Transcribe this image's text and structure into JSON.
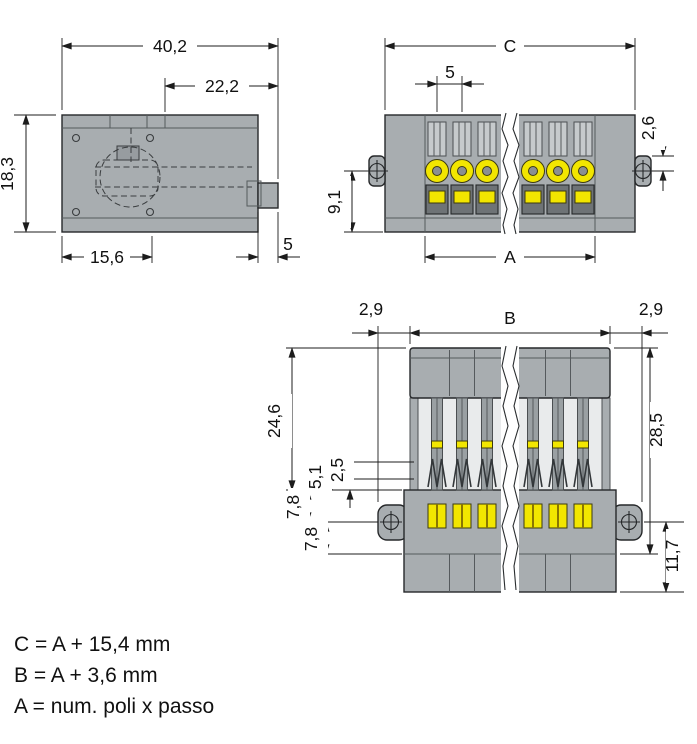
{
  "side_view": {
    "dim_total_width": "40,2",
    "dim_partial_width": "22,2",
    "dim_height": "18,3",
    "dim_bottom_left": "15,6",
    "dim_step": "5"
  },
  "front_view": {
    "dim_total_width": "C",
    "dim_pitch": "5",
    "dim_top_right": "2,6",
    "dim_left_height": "9,1",
    "dim_bottom_width": "A"
  },
  "elevation_view": {
    "dim_left_offset": "2,9",
    "dim_width": "B",
    "dim_right_offset": "2,9",
    "dim_upper_height": "24,6",
    "dim_spring": "5,1",
    "dim_clamp": "2,5",
    "dim_7_8_first": "7,8",
    "dim_7_8_second": "7,8",
    "dim_right_height": "28,5",
    "dim_lower_height": "11,7"
  },
  "legend": {
    "line1": "C = A + 15,4 mm",
    "line2": "B = A + 3,6 mm",
    "line3": "A = num. poli x passo"
  },
  "colors": {
    "body_gray": "#a8adb0",
    "accent_yellow": "#f2e600",
    "line_black": "#1c1c1c",
    "background": "#ffffff"
  }
}
